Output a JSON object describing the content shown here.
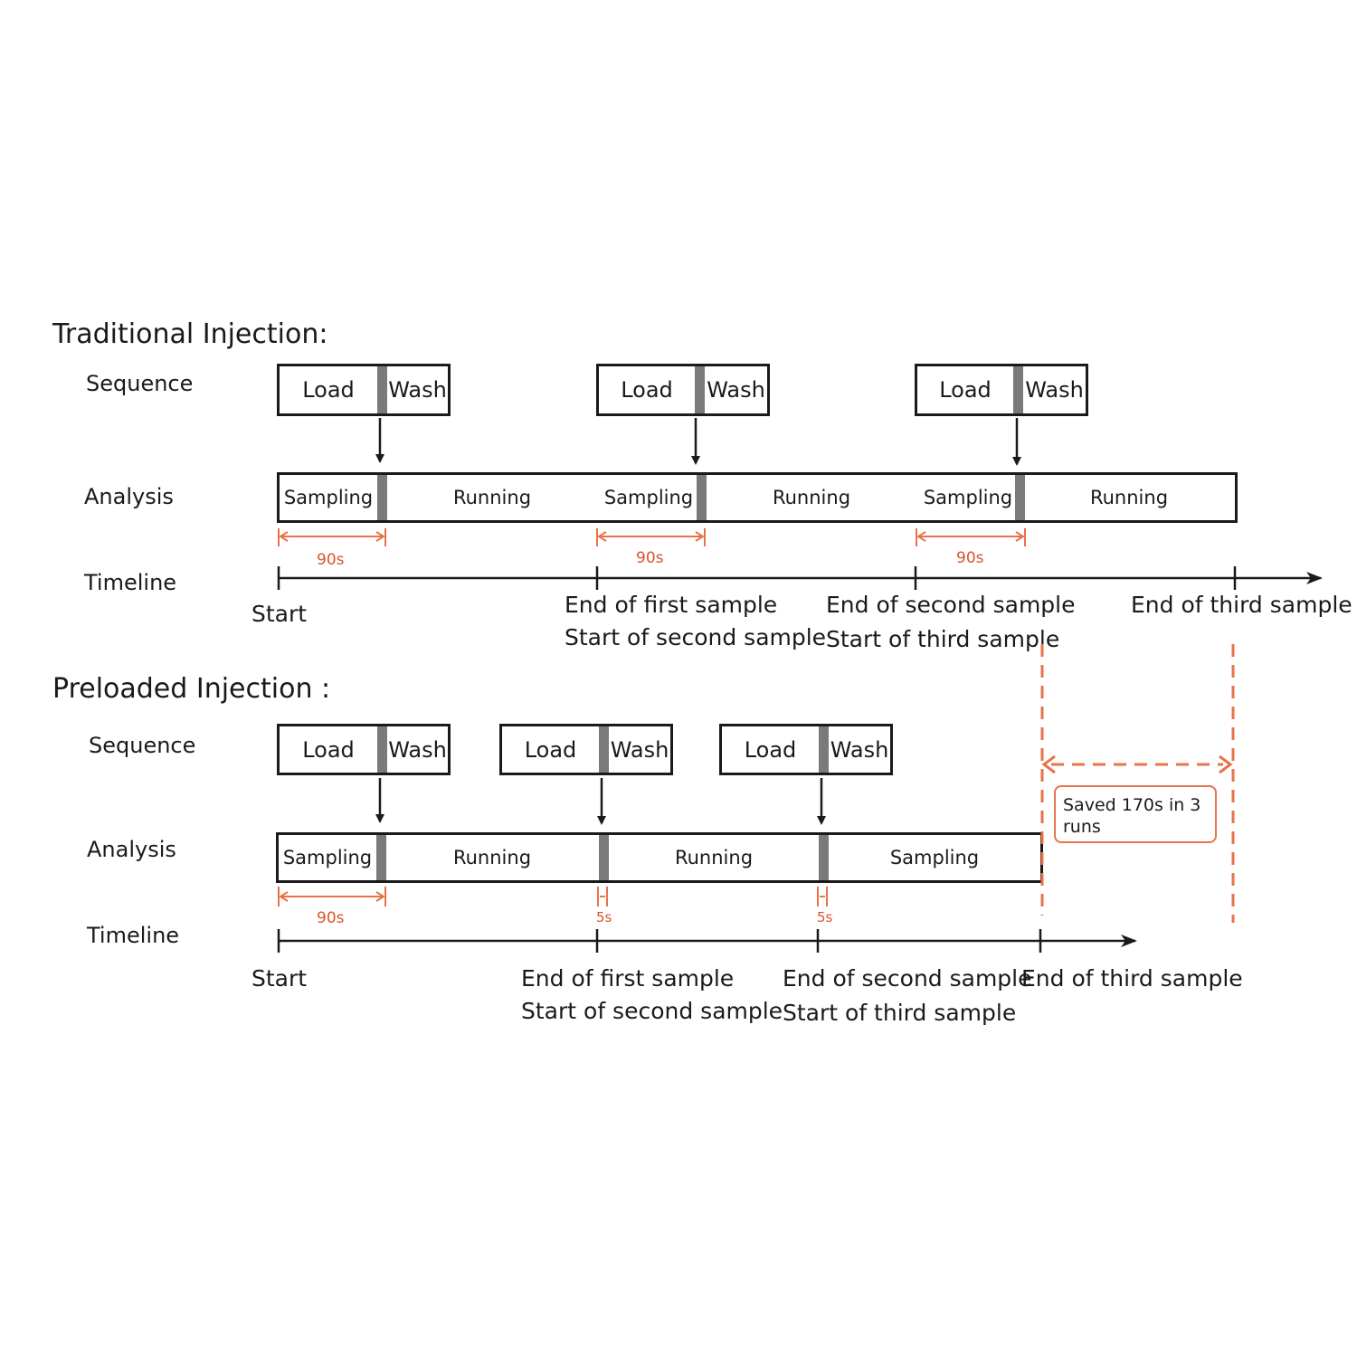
{
  "traditional": {
    "title": "Traditional Injection:",
    "sequence_label": "Sequence",
    "analysis_label": "Analysis",
    "timeline_label": "Timeline",
    "sequence_boxes": [
      {
        "load": "Load",
        "wash": "Wash"
      },
      {
        "load": "Load",
        "wash": "Wash"
      },
      {
        "load": "Load",
        "wash": "Wash"
      }
    ],
    "analysis_cells": [
      {
        "sampling": "Sampling",
        "running": "Running"
      },
      {
        "sampling": "Sampling",
        "running": "Running"
      },
      {
        "sampling": "Sampling",
        "running": "Running"
      }
    ],
    "durations": [
      "90s",
      "90s",
      "90s"
    ],
    "timeline": {
      "start": "Start",
      "end_first": "End of first sample",
      "start_second": "Start of second sample",
      "end_second": "End of second sample",
      "start_third": "Start of third sample",
      "end_third": "End of third sample"
    }
  },
  "preloaded": {
    "title": "Preloaded Injection :",
    "sequence_label": "Sequence",
    "analysis_label": "Analysis",
    "timeline_label": "Timeline",
    "sequence_boxes": [
      {
        "load": "Load",
        "wash": "Wash"
      },
      {
        "load": "Load",
        "wash": "Wash"
      },
      {
        "load": "Load",
        "wash": "Wash"
      }
    ],
    "analysis_cells": [
      "Sampling",
      "Running",
      "Running",
      "Sampling"
    ],
    "durations": [
      "90s",
      "5s",
      "5s"
    ],
    "timeline": {
      "start": "Start",
      "end_first": "End of first sample",
      "start_second": "Start of second sample",
      "end_second": "End of second sample",
      "start_third": "Start of third sample",
      "end_third": "End of third sample"
    }
  },
  "saved_note": "Saved 170s in 3 runs",
  "colors": {
    "annotation": "#e8734a",
    "separator": "#7a7a7a",
    "line": "#1a1a1a"
  }
}
